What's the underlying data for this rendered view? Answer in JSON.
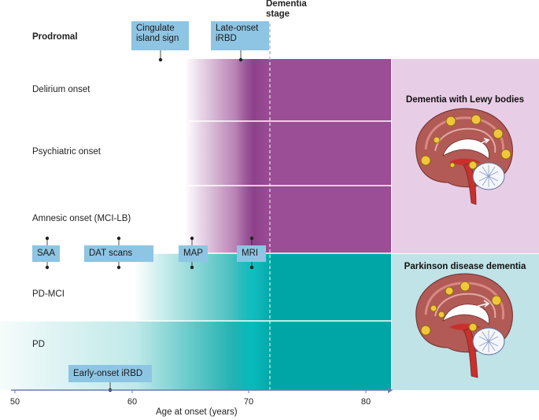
{
  "header": {
    "prodromal": "Prodromal",
    "dementia_stage_line1": "Dementia",
    "dementia_stage_line2": "stage"
  },
  "rows": [
    {
      "label": "Delirium onset"
    },
    {
      "label": "Psychiatric onset"
    },
    {
      "label": "Amnesic onset (MCI-LB)"
    },
    {
      "label": "PD-MCI"
    },
    {
      "label": "PD"
    }
  ],
  "markers": {
    "cingulate_line1": "Cingulate",
    "cingulate_line2": "island sign",
    "late_irbd_line1": "Late-onset",
    "late_irbd_line2": "iRBD",
    "saa": "SAA",
    "dat": "DAT scans",
    "map": "MAP",
    "mri": "MRI",
    "early_irbd": "Early-onset iRBD"
  },
  "panels": {
    "dlb_title": "Dementia with Lewy bodies",
    "pdd_title": "Parkinson disease dementia"
  },
  "axis": {
    "label": "Age at onset (years)",
    "ticks": [
      "50",
      "60",
      "70",
      "80"
    ]
  },
  "colors": {
    "dlb_purple": "#9b4d96",
    "dlb_panel": "#e8cde6",
    "pdd_teal": "#00a6a6",
    "pdd_panel": "#bfe3e6",
    "badge": "#8ec5e3",
    "axis": "#6a7bb5"
  }
}
